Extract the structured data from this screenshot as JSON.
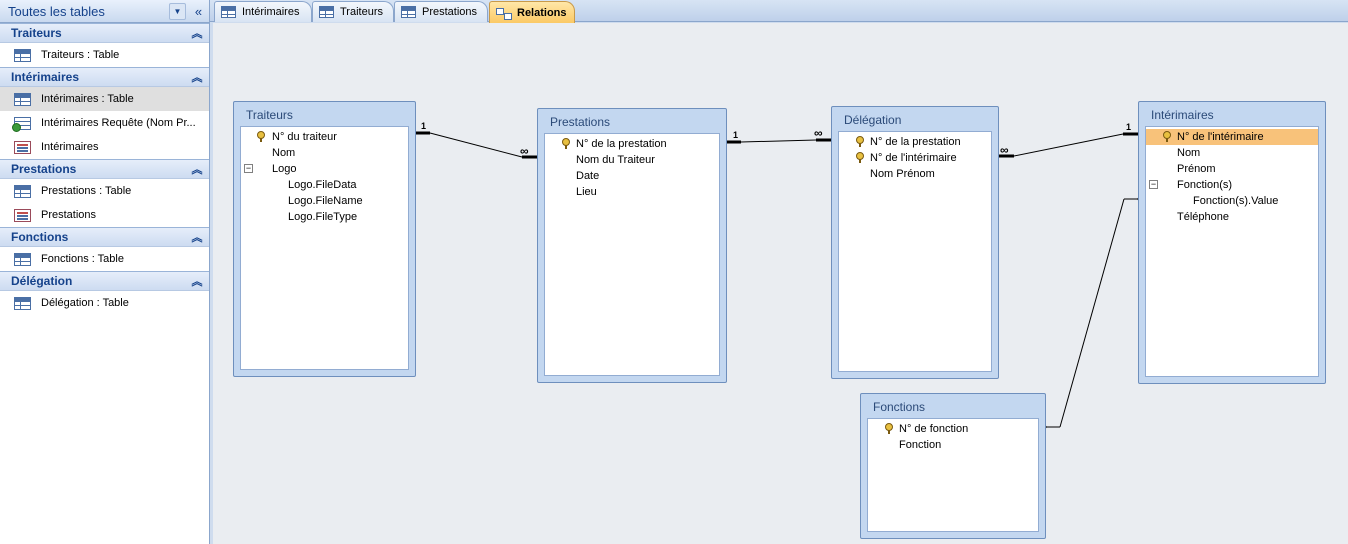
{
  "nav": {
    "title": "Toutes les tables",
    "groups": [
      {
        "label": "Traiteurs",
        "items": [
          "Traiteurs : Table"
        ]
      },
      {
        "label": "Intérimaires",
        "items": [
          "Intérimaires : Table",
          "Intérimaires Requête (Nom Pr...",
          "Intérimaires"
        ]
      },
      {
        "label": "Prestations",
        "items": [
          "Prestations : Table",
          "Prestations"
        ]
      },
      {
        "label": "Fonctions",
        "items": [
          "Fonctions : Table"
        ]
      },
      {
        "label": "Délégation",
        "items": [
          "Délégation : Table"
        ]
      }
    ]
  },
  "tabs": [
    "Intérimaires",
    "Traiteurs",
    "Prestations",
    "Relations"
  ],
  "tables": {
    "traiteurs": {
      "title": "Traiteurs",
      "fields": [
        "N° du traiteur",
        "Nom",
        "Logo",
        "Logo.FileData",
        "Logo.FileName",
        "Logo.FileType"
      ]
    },
    "prestations": {
      "title": "Prestations",
      "fields": [
        "N° de la prestation",
        "Nom du Traiteur",
        "Date",
        "Lieu"
      ]
    },
    "delegation": {
      "title": "Délégation",
      "fields": [
        "N° de la prestation",
        "N° de l'intérimaire",
        "Nom Prénom"
      ]
    },
    "interimaires": {
      "title": "Intérimaires",
      "fields": [
        "N° de l'intérimaire",
        "Nom",
        "Prénom",
        "Fonction(s)",
        "Fonction(s).Value",
        "Téléphone"
      ]
    },
    "fonctions": {
      "title": "Fonctions",
      "fields": [
        "N° de fonction",
        "Fonction"
      ]
    }
  },
  "cardinality": {
    "one": "1",
    "many": "∞"
  },
  "colors": {
    "selection": "#f8c27a",
    "active_tab": "#fbc965",
    "header_text": "#15428b"
  }
}
